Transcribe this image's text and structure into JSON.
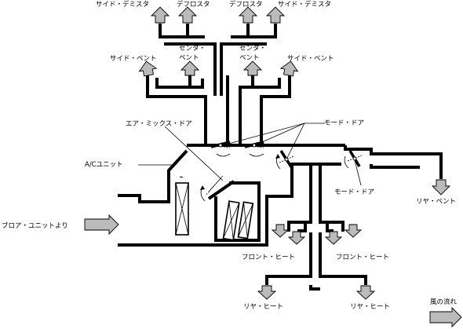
{
  "labels": {
    "side_demister_left": "サイド・デミスタ",
    "defroster_left": "デフロスタ",
    "defroster_right": "デフロスタ",
    "side_demister_right": "サイド・デミスタ",
    "side_vent_left": "サイド・ベント",
    "center_vent_left": [
      "センタ・",
      "ベント"
    ],
    "center_vent_right": [
      "センタ・",
      "ベント"
    ],
    "side_vent_right": "サイド・ベント",
    "air_mix_door": "エア・ミックス・ドア",
    "mode_door_top": "モード・ドア",
    "ac_unit": "A/Cユニット",
    "blower_unit": "ブロア・ユニットより",
    "mode_door_bottom": "モード・ドア",
    "rear_vent": "リヤ・ベント",
    "front_heat_left": "フロント・ヒート",
    "front_heat_right": "フロント・ヒート",
    "rear_heat_left": "リヤ・ヒート",
    "rear_heat_right": "リヤ・ヒート",
    "air_flow_legend": "風の流れ"
  }
}
